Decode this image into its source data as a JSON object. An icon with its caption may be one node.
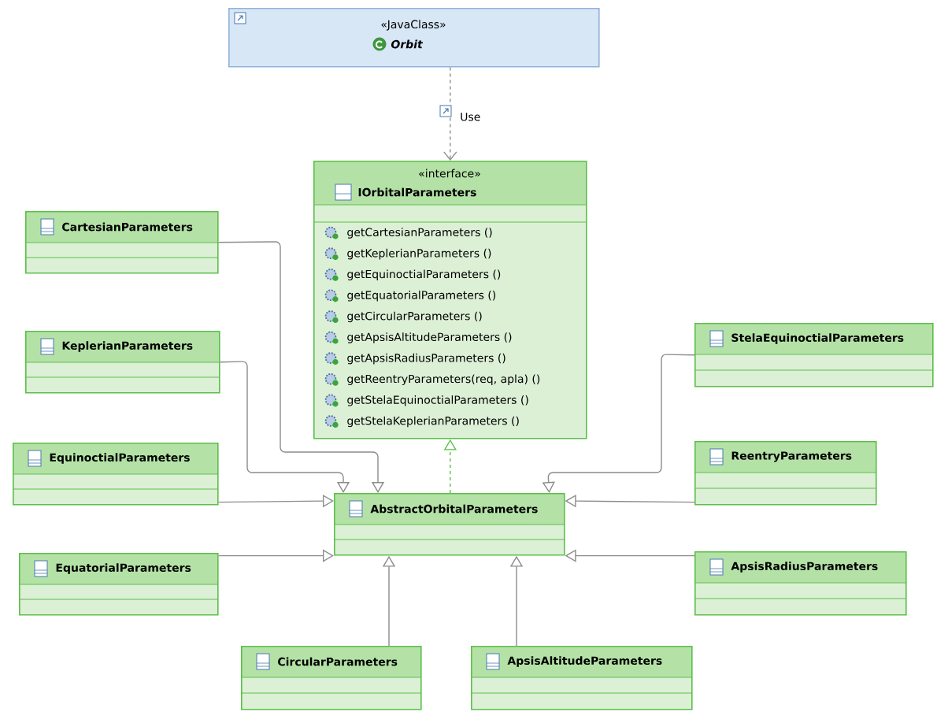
{
  "diagram": {
    "nodes": [
      {
        "text": [
          "«JavaClass»",
          "Orbit"
        ]
      },
      {
        "text": [
          "«interface»",
          "IOrbitalParameters",
          "getCartesianParameters ()",
          "getKeplerianParameters ()",
          "getEquinoctialParameters ()",
          "getEquatorialParameters ()",
          "getCircularParameters ()",
          "getApsisAltitudeParameters ()",
          "getApsisRadiusParameters ()",
          "getReentryParameters(req, apla) ()",
          "getStelaEquinoctialParameters ()",
          "getStelaKeplerianParameters ()"
        ]
      },
      {
        "text": [
          "CartesianParameters"
        ]
      },
      {
        "text": [
          "KeplerianParameters"
        ]
      },
      {
        "text": [
          "EquinoctialParameters"
        ]
      },
      {
        "text": [
          "EquatorialParameters"
        ]
      },
      {
        "text": [
          "AbstractOrbitalParameters"
        ]
      },
      {
        "text": [
          "StelaEquinoctialParameters"
        ]
      },
      {
        "text": [
          "ReentryParameters"
        ]
      },
      {
        "text": [
          "ApsisRadiusParameters"
        ]
      },
      {
        "text": [
          "CircularParameters"
        ]
      },
      {
        "text": [
          "ApsisAltitudeParameters"
        ]
      }
    ],
    "edges": [
      {
        "from": 0,
        "to": 1,
        "arrow": "to",
        "label": "Use",
        "style": "dashed"
      },
      {
        "from": 6,
        "to": 1,
        "arrow": "to",
        "style": "dashed",
        "color": "#5cbf4a"
      },
      {
        "from": 2,
        "to": 6,
        "arrow": "to"
      },
      {
        "from": 3,
        "to": 6,
        "arrow": "to"
      },
      {
        "from": 4,
        "to": 6,
        "arrow": "to"
      },
      {
        "from": 5,
        "to": 6,
        "arrow": "to"
      },
      {
        "from": 7,
        "to": 6,
        "arrow": "to"
      },
      {
        "from": 8,
        "to": 6,
        "arrow": "to"
      },
      {
        "from": 9,
        "to": 6,
        "arrow": "to"
      },
      {
        "from": 10,
        "to": 6,
        "arrow": "to"
      },
      {
        "from": 11,
        "to": 6,
        "arrow": "to"
      }
    ]
  }
}
